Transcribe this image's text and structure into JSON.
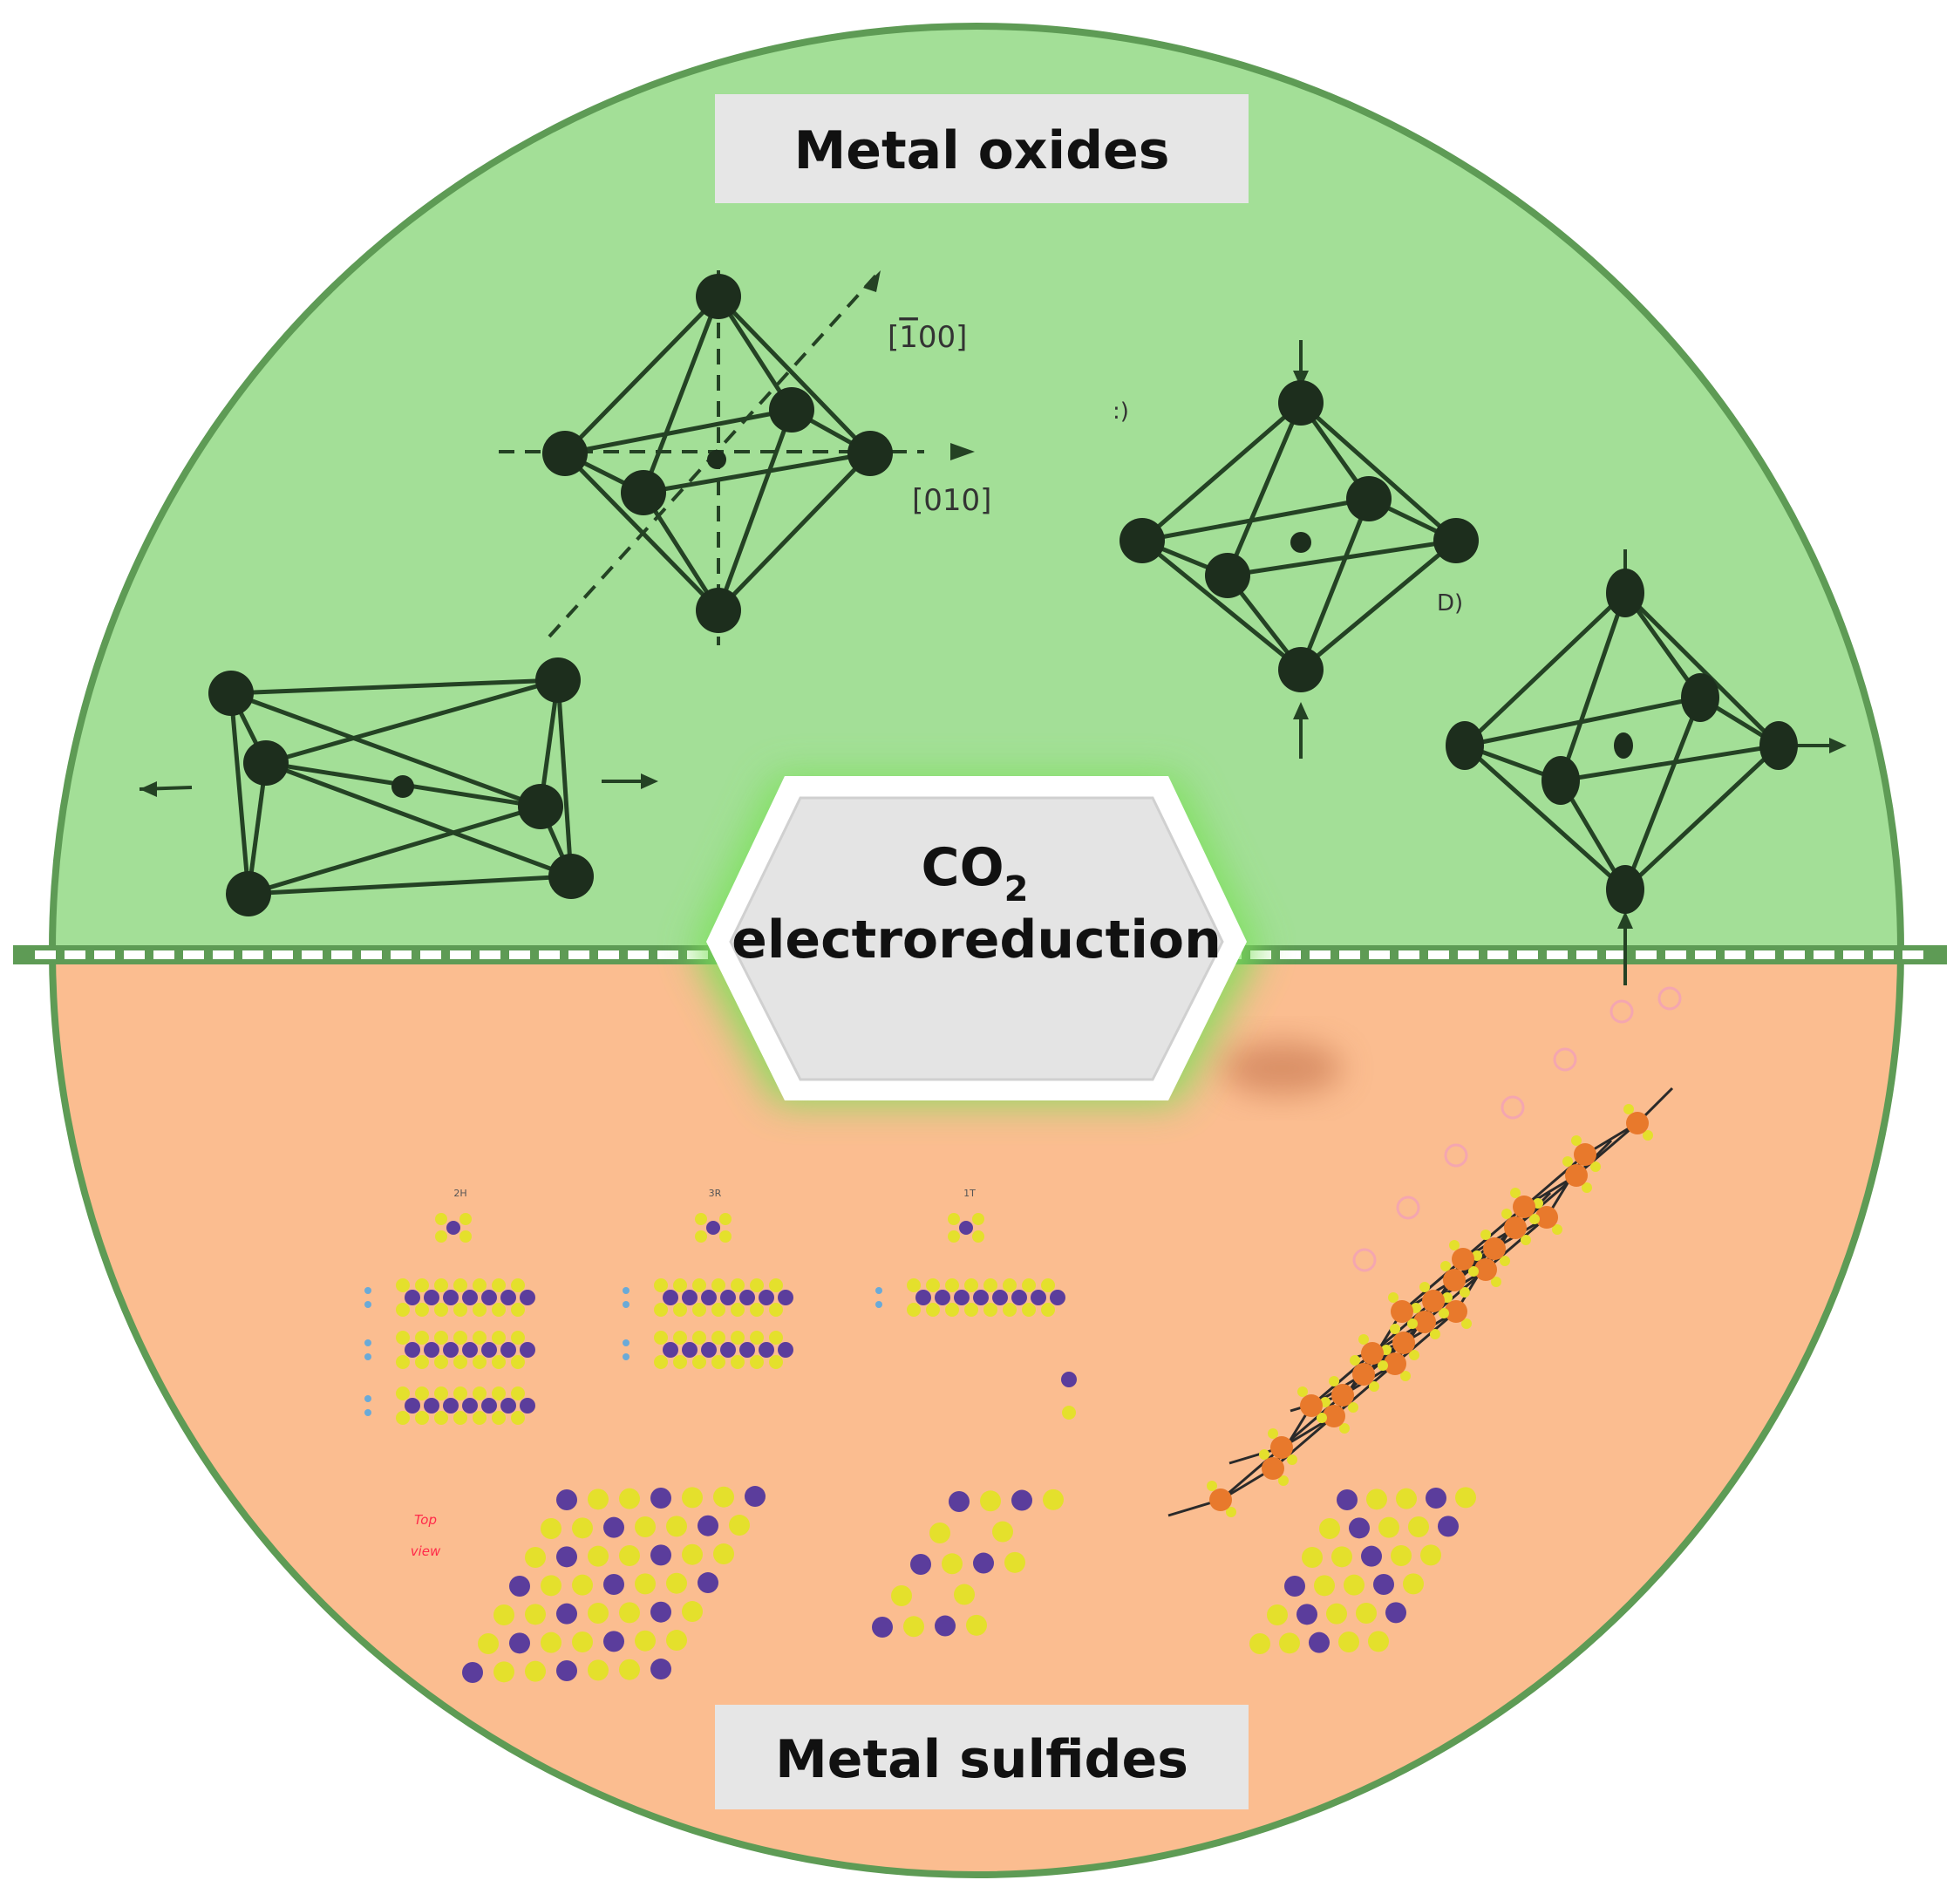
{
  "colors": {
    "top_fill": "#a3df97",
    "bottom_fill": "#fbbd90",
    "rim": "#5e9b55",
    "atom": "#1d2e1d",
    "bond": "#244224",
    "metal_atom": "#5b3d9c",
    "sulfur_atom": "#e4e02c",
    "fe_atom": "#e8792c",
    "label_box": "#e6e6e6",
    "hex_glow": "#7de05a"
  },
  "top": {
    "title": "Metal oxides"
  },
  "bottom": {
    "title": "Metal sulfides"
  },
  "center": {
    "line1_base": "CO",
    "line1_sub": "2",
    "line2": "electroreduction"
  },
  "oxide_labels": {
    "dir_100_pre": "[",
    "dir_100_bar": "1",
    "dir_100_post": "00]",
    "dir_010": "[010]",
    "mark_c": ":)",
    "mark_d": "D)"
  },
  "sulfide_labels": {
    "col1": "2H",
    "col2": "3R",
    "col3": "1T",
    "top_view": [
      "Top",
      "view"
    ]
  },
  "icons": [
    "octahedron-icon",
    "distorted-octahedron-icon",
    "compressed-octahedron-icon",
    "elongated-octahedron-icon",
    "layered-structure-icon",
    "chain-structure-icon"
  ]
}
